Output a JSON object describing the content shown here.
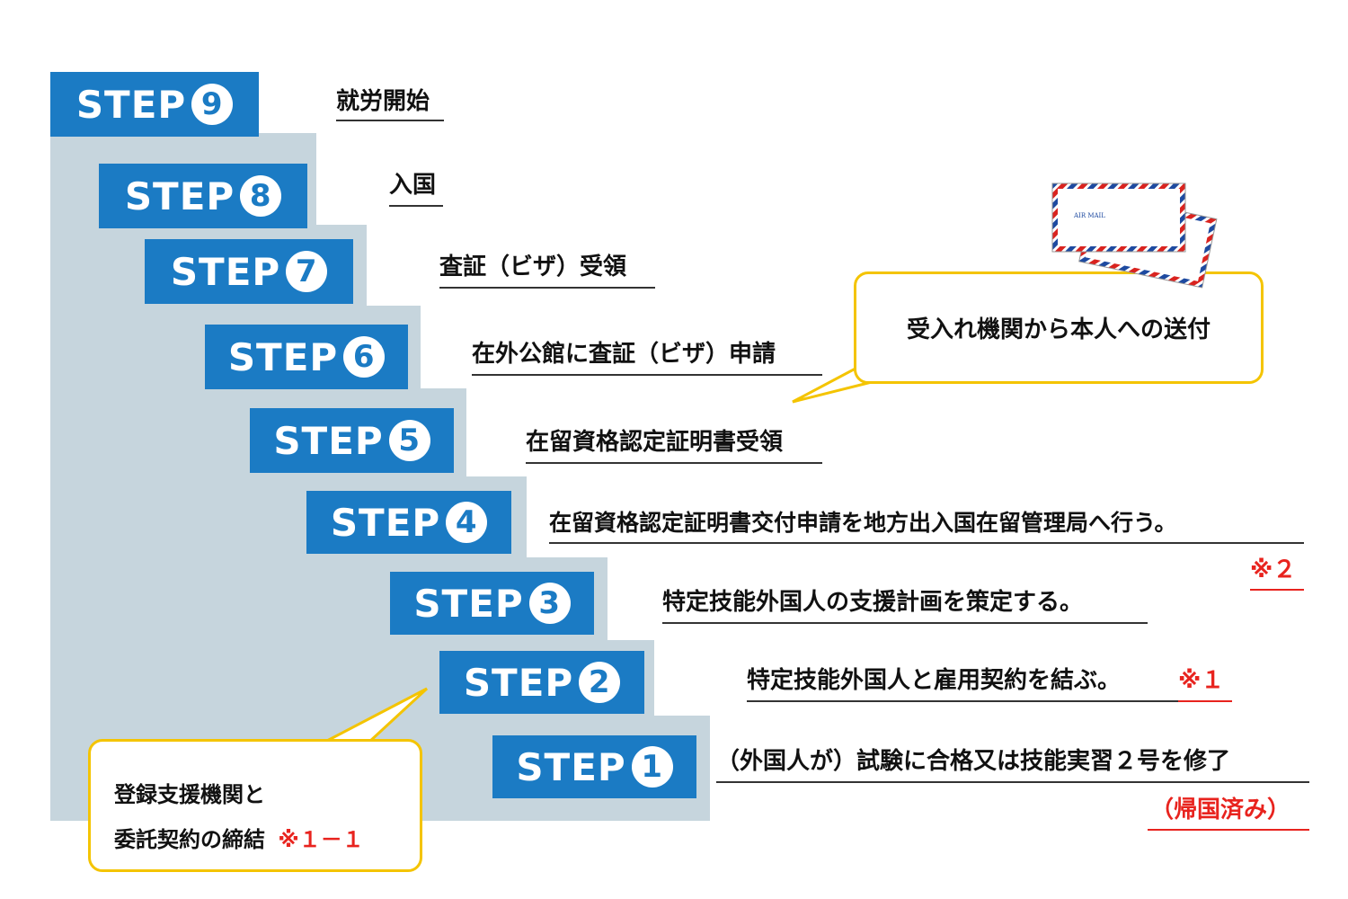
{
  "steps": [
    {
      "label": "STEP",
      "num": "9",
      "text": "就労開始"
    },
    {
      "label": "STEP",
      "num": "8",
      "text": "入国"
    },
    {
      "label": "STEP",
      "num": "7",
      "text": "査証（ビザ）受領"
    },
    {
      "label": "STEP",
      "num": "6",
      "text": "在外公館に査証（ビザ）申請"
    },
    {
      "label": "STEP",
      "num": "5",
      "text": "在留資格認定証明書受領"
    },
    {
      "label": "STEP",
      "num": "4",
      "text": "在留資格認定証明書交付申請を地方出入国在留管理局へ行う。"
    },
    {
      "label": "STEP",
      "num": "3",
      "text": "特定技能外国人の支援計画を策定する。"
    },
    {
      "label": "STEP",
      "num": "2",
      "text": "特定技能外国人と雇用契約を結ぶ。",
      "note": "※１"
    },
    {
      "label": "STEP",
      "num": "1",
      "text": "（外国人が）試験に合格又は技能実習２号を修了"
    }
  ],
  "notes": {
    "step4_note": "※２",
    "step1_note": "（帰国済み）"
  },
  "bubbles": {
    "send": "受入れ機関から本人への送付",
    "contract_line1": "登録支援機関と",
    "contract_line2": "委託契約の締結",
    "contract_note": "※１－１"
  },
  "envelope": {
    "text": "AIR MAIL"
  },
  "colors": {
    "step_blue": "#1b7bc4",
    "stair_gray": "#c6d5dd",
    "note_red": "#e8231e",
    "bubble_border": "#f4c400"
  }
}
